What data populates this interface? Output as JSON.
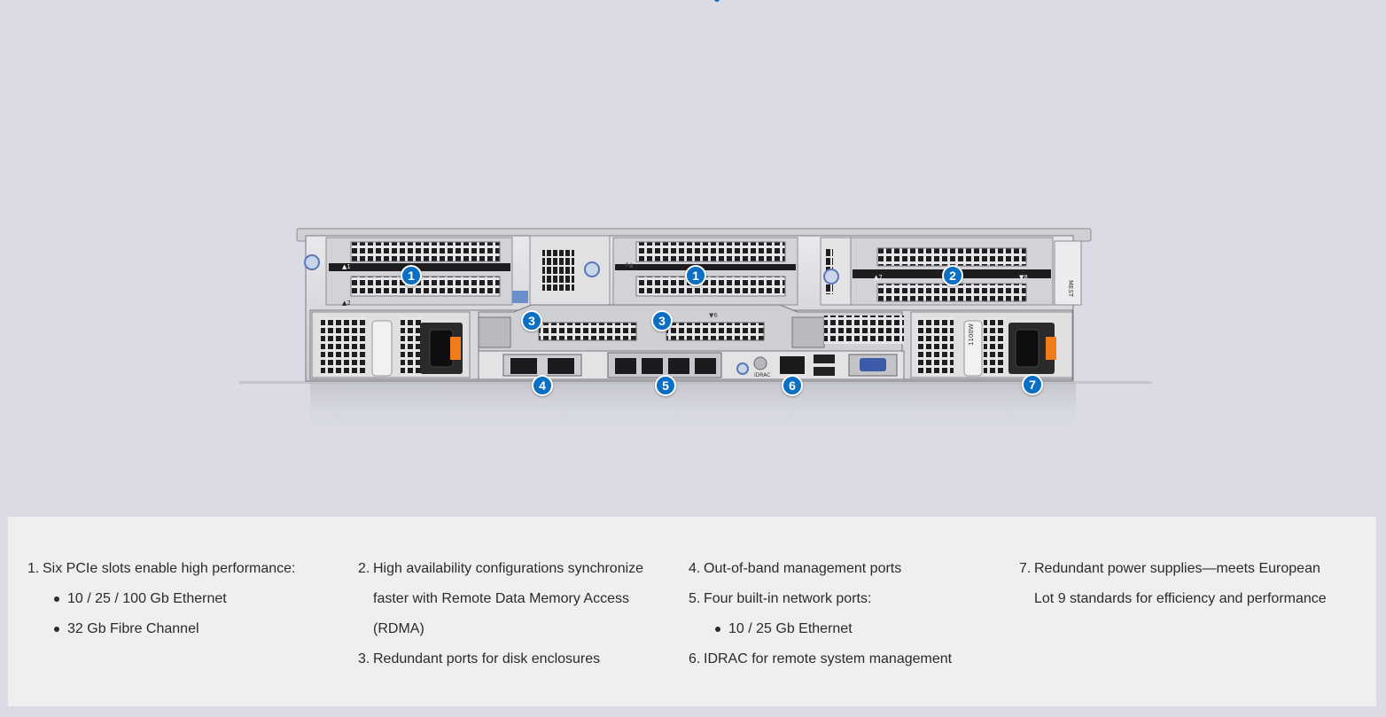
{
  "callouts": [
    {
      "label": "1"
    },
    {
      "label": "1"
    },
    {
      "label": "2"
    },
    {
      "label": "3"
    },
    {
      "label": "3"
    },
    {
      "label": "4"
    },
    {
      "label": "5"
    },
    {
      "label": "6"
    },
    {
      "label": "7"
    }
  ],
  "server_labels": {
    "psu_watt": "1100W",
    "idrac": "iDRAC",
    "slot_a1": "▲1",
    "slot_a2": "▲2",
    "slot_4a": "4▲",
    "slot_7": "▲7",
    "slot_8": "▼8",
    "slot_6": "▼6",
    "mest": "MEST"
  },
  "features": {
    "col1": {
      "item1_num": "1.",
      "item1_text": "Six PCIe slots enable high performance:",
      "item1_bullets": [
        "10 / 25 / 100 Gb Ethernet",
        "32 Gb Fibre Channel"
      ]
    },
    "col2": {
      "item2_num": "2.",
      "item2_text": "High availability configurations synchronize faster with Remote Data Memory Access (RDMA)",
      "item3_num": "3.",
      "item3_text": "Redundant ports for disk enclosures"
    },
    "col3": {
      "item4_num": "4.",
      "item4_text": "Out-of-band management ports",
      "item5_num": "5.",
      "item5_text": "Four built-in network ports:",
      "item5_bullets": [
        "10 / 25 Gb Ethernet"
      ],
      "item6_num": "6.",
      "item6_text": "IDRAC for remote system management"
    },
    "col4": {
      "item7_num": "7.",
      "item7_text": "Redundant power supplies—meets European Lot 9 standards for efficiency and performance"
    }
  },
  "colors": {
    "background": "#dadbe4",
    "panel": "#efefef",
    "callout": "#0b6fc4",
    "text": "#2b2b2b",
    "psu_tab": "#f07d1a",
    "port_blue": "#6b8fc9"
  }
}
